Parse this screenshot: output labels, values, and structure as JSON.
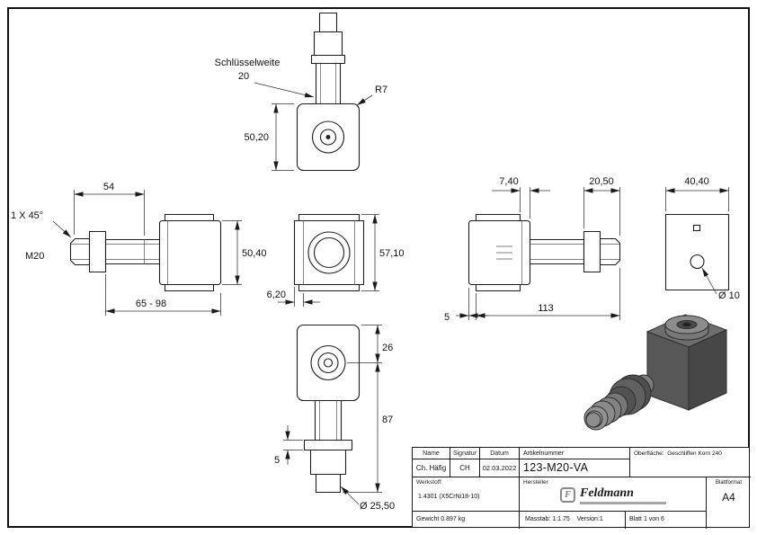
{
  "ann": {
    "sw_label": "Schlüsselweite",
    "sw_value": "20",
    "r7": "R7",
    "d5020": "50,20",
    "d54": "54",
    "chamfer": "1 X 45°",
    "m20": "M20",
    "range": "65 - 98",
    "d5040": "50,40",
    "d5710": "57,10",
    "d620": "6,20",
    "d740": "7,40",
    "d2050": "20,50",
    "d113": "113",
    "d5_right": "5",
    "d4040": "40,40",
    "dia10": "Ø 10",
    "d26": "26",
    "d87": "87",
    "d5_bottom": "5",
    "dia2550": "Ø 25,50"
  },
  "title_block": {
    "name_header": "Name",
    "signatur_header": "Signatur",
    "datum_header": "Datum",
    "artikelnummer_header": "Artikelnummer",
    "name": "Ch. Häfig",
    "signatur": "CH",
    "datum": "02.03.2022",
    "artikelnummer": "123-M20-VA",
    "oberflaeche_label": "Oberfläche:",
    "oberflaeche_value": "Geschliffen Korn 240",
    "werkstoff_label": "Werkstoff:",
    "werkstoff_value": "1.4301 (X5CrNi18-10)",
    "hersteller_label": "Hersteller",
    "blattformat_label": "Blattformat",
    "blattformat_value": "A4",
    "gewicht": "Gewicht 0.897 kg",
    "masstab": "Masstab: 1:1.75    Version:1",
    "blatt": "Blatt 1 von 6",
    "logo_initial": "F",
    "logo_text": "Feldmann"
  }
}
